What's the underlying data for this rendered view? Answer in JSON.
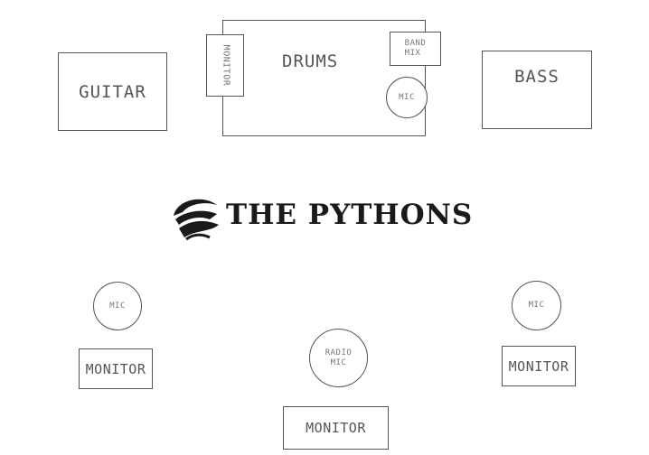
{
  "guitar": {
    "label": "GUITAR"
  },
  "drums": {
    "label": "DRUMS",
    "monitor_label": "MONITOR",
    "band_mix_label": "BAND\nMIX",
    "mic_label": "MIC"
  },
  "bass": {
    "label": "BASS"
  },
  "band": {
    "name": "THE PYTHONS"
  },
  "front_left": {
    "mic_label": "MIC",
    "monitor_label": "MONITOR"
  },
  "front_center": {
    "mic_label": "RADIO\nMIC",
    "monitor_label": "MONITOR"
  },
  "front_right": {
    "mic_label": "MIC",
    "monitor_label": "MONITOR"
  }
}
